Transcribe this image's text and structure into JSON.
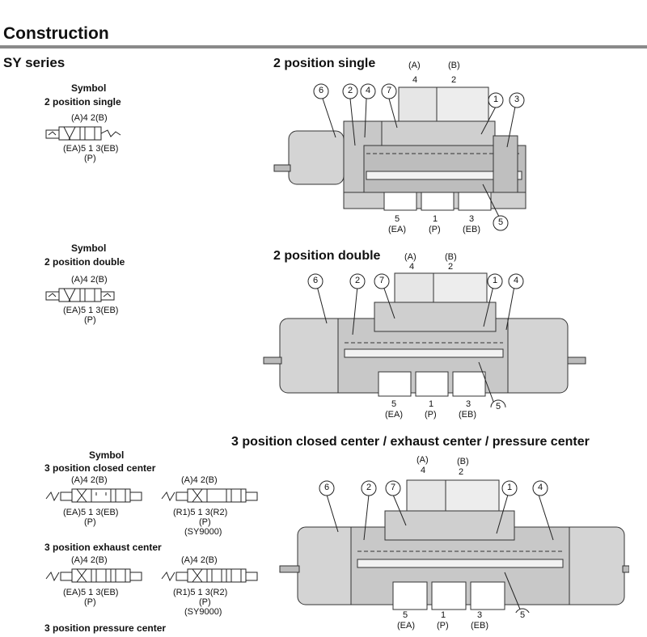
{
  "page": {
    "title": "Construction",
    "series": "SY series"
  },
  "symbols": [
    {
      "heading": "Symbol",
      "name": "2 position single",
      "top_ports": "(A)4  2(B)",
      "bottom_ports": "(EA)5  1  3(EB)",
      "p_label": "(P)"
    },
    {
      "heading": "Symbol",
      "name": "2 position double",
      "top_ports": "(A)4  2(B)",
      "bottom_ports": "(EA)5  1  3(EB)",
      "p_label": "(P)"
    }
  ],
  "three_pos": {
    "heading": "Symbol",
    "groups": [
      {
        "name": "3 position closed center",
        "left": {
          "top_ports": "(A)4  2(B)",
          "bottom_ports": "(EA)5  1  3(EB)",
          "p_label": "(P)"
        },
        "right": {
          "top_ports": "(A)4  2(B)",
          "bottom_ports": "(R1)5  1  3(R2)",
          "p_label": "(P)",
          "note": "(SY9000)"
        }
      },
      {
        "name": "3 position exhaust center",
        "left": {
          "top_ports": "(A)4  2(B)",
          "bottom_ports": "(EA)5  1  3(EB)",
          "p_label": "(P)"
        },
        "right": {
          "top_ports": "(A)4  2(B)",
          "bottom_ports": "(R1)5  1  3(R2)",
          "p_label": "(P)",
          "note": "(SY9000)"
        }
      },
      {
        "name": "3 position pressure center"
      }
    ]
  },
  "diagrams": [
    {
      "title": "2 position single",
      "top_ports": [
        {
          "label": "(A)",
          "num": "4"
        },
        {
          "label": "(B)",
          "num": "2"
        }
      ],
      "bottom_ports": [
        {
          "num": "5",
          "label": "(EA)"
        },
        {
          "num": "1",
          "label": "(P)"
        },
        {
          "num": "3",
          "label": "(EB)"
        }
      ],
      "callouts": [
        "6",
        "2",
        "4",
        "7",
        "1",
        "3",
        "5"
      ]
    },
    {
      "title": "2 position double",
      "top_ports": [
        {
          "label": "(A)",
          "num": "4"
        },
        {
          "label": "(B)",
          "num": "2"
        }
      ],
      "bottom_ports": [
        {
          "num": "5",
          "label": "(EA)"
        },
        {
          "num": "1",
          "label": "(P)"
        },
        {
          "num": "3",
          "label": "(EB)"
        }
      ],
      "callouts": [
        "6",
        "2",
        "7",
        "1",
        "4",
        "5"
      ]
    },
    {
      "title": "3 position closed center / exhaust center / pressure center",
      "top_ports": [
        {
          "label": "(A)",
          "num": "4"
        },
        {
          "label": "(B)",
          "num": "2"
        }
      ],
      "bottom_ports": [
        {
          "num": "5",
          "label": "(EA)"
        },
        {
          "num": "1",
          "label": "(P)"
        },
        {
          "num": "3",
          "label": "(EB)"
        }
      ],
      "callouts": [
        "6",
        "2",
        "7",
        "1",
        "4",
        "5"
      ]
    }
  ],
  "colors": {
    "body_gray": "#c8c8c8",
    "dark_gray": "#9a9a9a",
    "rule": "#8a8a8a"
  }
}
